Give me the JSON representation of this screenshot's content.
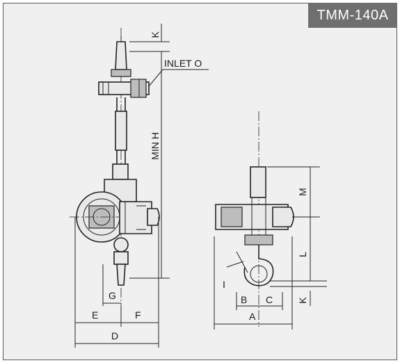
{
  "model": "TMM-140A",
  "labels": {
    "inlet": "INLET O",
    "min_h": "MIN H",
    "k_top": "K",
    "g": "G",
    "e": "E",
    "f": "F",
    "d": "D",
    "m": "M",
    "l": "L",
    "i": "I",
    "b": "B",
    "c": "C",
    "a": "A",
    "k_bottom": "K"
  }
}
